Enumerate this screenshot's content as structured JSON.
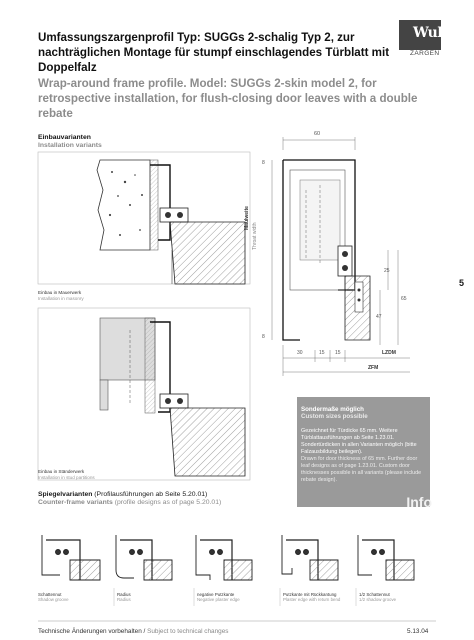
{
  "header": {
    "title_de": "Umfassungszargenprofil Typ: SUGGs 2-schalig Typ 2, zur nachträglichen Montage für stumpf einschlagendes Türblatt mit Doppelfalz",
    "title_en": "Wrap-around frame profile. Model: SUGGs 2-skin model 2, for retrospective installation, for flush-closing door leaves with a double rebate"
  },
  "logo": {
    "word": "Wulf",
    "sub": "ZARGEN"
  },
  "page_marker": "5",
  "installation": {
    "title_de": "Einbauvarianten",
    "title_en": "Installation variants",
    "masonry_de": "Einbau in Mauerwerk",
    "masonry_en": "Installation in masonry",
    "stud_de": "Einbau in Ständerwerk",
    "stud_en": "Installation in stud partitions"
  },
  "drawing": {
    "dim_top": "60",
    "dim_8_top": "8",
    "dim_8_bottom": "8",
    "throat_de": "Maulweite",
    "throat_en": "Throat width",
    "dim_25": "25",
    "dim_47": "47",
    "dim_65": "65",
    "dim_30": "30",
    "dim_15a": "15",
    "dim_15b": "15",
    "lzdm": "LZDM",
    "zfm": "ZFM"
  },
  "info": {
    "title_de": "Sondermaße möglich",
    "title_en": "Custom sizes possible",
    "body_de": "Gezeichnet für Türdicke 65 mm. Weitere Türblattausführungen ab Seite 1.23.01. Sondertürdicken in allen Varianten möglich (bitte Falzausbildung beilegen).",
    "body_en": "Drawn for door thickness of 65 mm. Further door leaf designs as of page 1.23.01. Custom door thicknesses possible in all variants (please include rebate design).",
    "tag": "Info"
  },
  "spiegel": {
    "title_de": "Spiegelvarianten",
    "note_de": "(Profilausführungen ab Seite 5.20.01)",
    "title_en": "Counter-frame variants",
    "note_en": "(profile designs as of page 5.20.01)"
  },
  "variants": [
    {
      "de": "Schattennut",
      "en": "Shadow groove"
    },
    {
      "de": "Radius",
      "en": "Radius"
    },
    {
      "de": "negative Putzkante",
      "en": "Negative plaster edge"
    },
    {
      "de": "Putzkante mit Rückkantung",
      "en": "Plaster edge with return bend"
    },
    {
      "de": "1/2 Schattennut",
      "en": "1/2 shadow groove"
    }
  ],
  "footer": {
    "left_de": "Technische Änderungen vorbehalten",
    "sep": "/",
    "left_en": "Subject to technical changes",
    "date": "5.13.04"
  }
}
